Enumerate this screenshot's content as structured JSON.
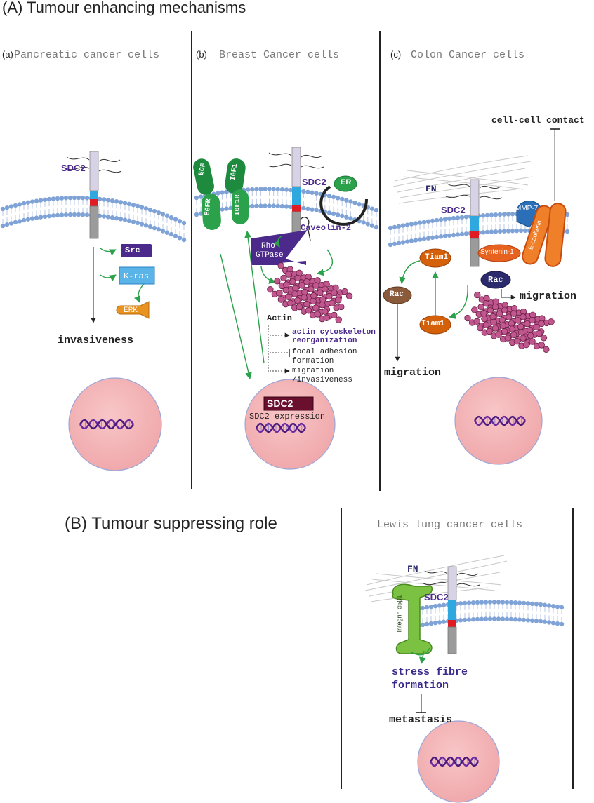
{
  "sectionA": {
    "title": "(A) Tumour enhancing mechanisms"
  },
  "sectionB": {
    "title": "(B) Tumour suppressing role"
  },
  "panelA": {
    "letter": "(a)",
    "heading": "Pancreatic cancer cells",
    "sdc2": "SDC2",
    "src": "Src",
    "kras": "K-ras",
    "erk": "ERK",
    "outcome": "invasiveness"
  },
  "panelB": {
    "letter": "(b)",
    "heading": "Breast Cancer cells",
    "egf": "EGF",
    "egfr": "EGFR",
    "igf1": "IGF1",
    "igf1r": "IGF1R",
    "sdc2": "SDC2",
    "er": "ER",
    "caveolin": "Caveolin-2",
    "rho1": "Rho",
    "rho2": "GTPase",
    "actin": "Actin",
    "effect1a": "actin cytoskeleton",
    "effect1b": "reorganization",
    "effect2a": "focal adhesion",
    "effect2b": "formation",
    "effect3a": "migration",
    "effect3b": "/invasiveness",
    "nucleusBox": "SDC2",
    "expression": "SDC2 expression"
  },
  "panelC": {
    "letter": "(c)",
    "heading": "Colon Cancer cells",
    "contact": "cell-cell contact",
    "fn": "FN",
    "sdc2": "SDC2",
    "mmp7": "MMP-7",
    "ecad": "E-cadherin",
    "syntenin": "Syntenin-1",
    "tiam1": "Tiam1",
    "tiam1b": "Tiam1",
    "rac1": "Rac",
    "rac2": "Rac",
    "migration1": "migration",
    "migration2": "migration"
  },
  "panelD": {
    "heading": "Lewis lung cancer cells",
    "fn": "FN",
    "sdc2": "SDC2",
    "integrin": "Integrin α5β1",
    "stress1": "stress fibre",
    "stress2": "formation",
    "outcome": "metastasis"
  },
  "colors": {
    "membrane": "#7fa3d6",
    "green": "#2aa14a",
    "purple": "#4b2a8c",
    "nucleus": "#f4b6b8",
    "actin": "#c0578f",
    "orange": "#e8921f"
  }
}
